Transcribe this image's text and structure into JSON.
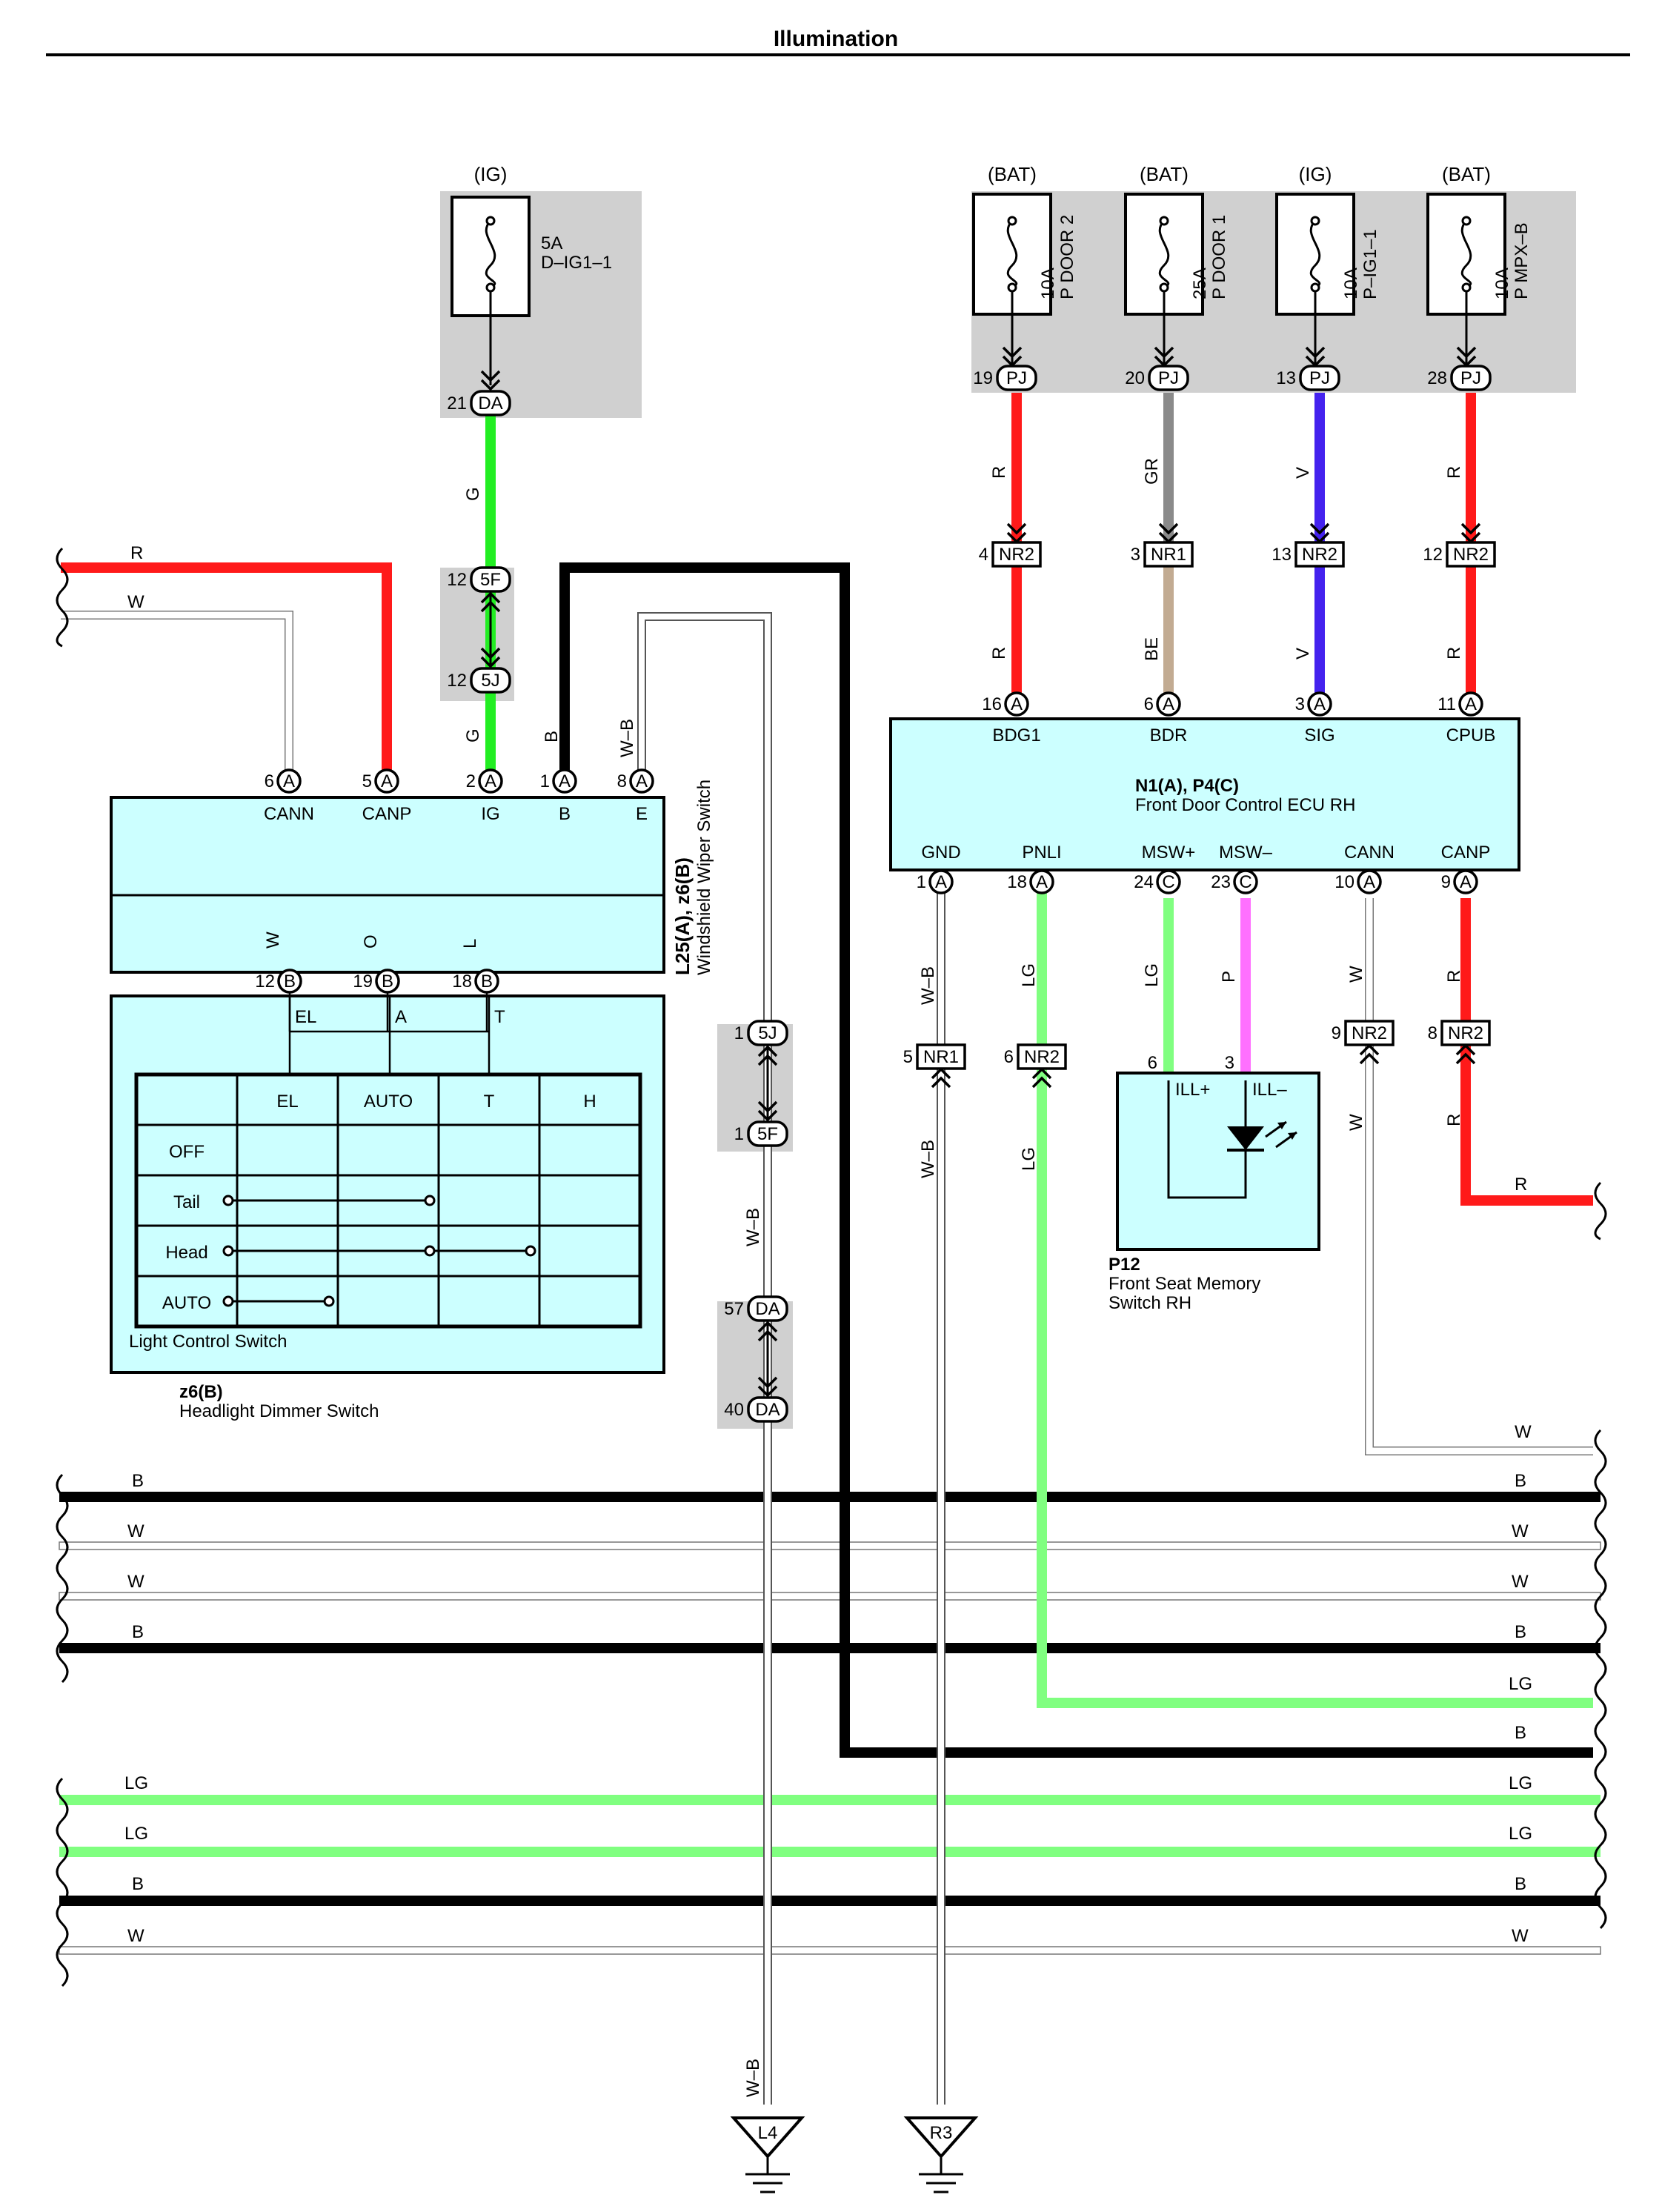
{
  "title": "Illumination",
  "colors": {
    "R": "#ff1a1a",
    "G": "#22ee22",
    "B": "#000000",
    "W": "#ffffff",
    "GR": "#8a8a8a",
    "BE": "#c2ab92",
    "V": "#4422ee",
    "LG": "#80ff80",
    "P": "#ff70ff",
    "O": "#ff8010",
    "L": "#22eeff",
    "WB": "#ffffff",
    "box_fill": "#ccffff",
    "shade": "#d0d0d0"
  },
  "fuses": [
    {
      "source": "(IG)",
      "rating": "5A",
      "name": "D–IG1–1"
    },
    {
      "source": "(BAT)",
      "rating": "10A",
      "name": "P DOOR 2"
    },
    {
      "source": "(BAT)",
      "rating": "25A",
      "name": "P DOOR 1"
    },
    {
      "source": "(IG)",
      "rating": "10A",
      "name": "P–IG1–1"
    },
    {
      "source": "(BAT)",
      "rating": "10A",
      "name": "P MPX–B"
    }
  ],
  "connectors": {
    "da21": {
      "pin": "21",
      "id": "DA"
    },
    "f5": {
      "pin": "12",
      "id": "5F"
    },
    "j5": {
      "pin": "12",
      "id": "5J"
    },
    "pj19": {
      "pin": "19",
      "id": "PJ"
    },
    "pj20": {
      "pin": "20",
      "id": "PJ"
    },
    "pj13": {
      "pin": "13",
      "id": "PJ"
    },
    "pj28": {
      "pin": "28",
      "id": "PJ"
    },
    "nr2_4": {
      "pin": "4",
      "id": "NR2"
    },
    "nr1_3": {
      "pin": "3",
      "id": "NR1"
    },
    "nr2_13": {
      "pin": "13",
      "id": "NR2"
    },
    "nr2_12": {
      "pin": "12",
      "id": "NR2"
    },
    "j5b": {
      "pin": "1",
      "id": "5J"
    },
    "f5b": {
      "pin": "1",
      "id": "5F"
    },
    "da57": {
      "pin": "57",
      "id": "DA"
    },
    "da40": {
      "pin": "40",
      "id": "DA"
    },
    "nr1_5": {
      "pin": "5",
      "id": "NR1"
    },
    "nr2_6": {
      "pin": "6",
      "id": "NR2"
    },
    "nr2_9": {
      "pin": "9",
      "id": "NR2"
    },
    "nr2_8": {
      "pin": "8",
      "id": "NR2"
    }
  },
  "wiper_switch": {
    "code": "L25(A), z6(B)",
    "name": "Windshield Wiper Switch",
    "top_pins": [
      {
        "num": "6",
        "conn": "A",
        "label": "CANN"
      },
      {
        "num": "5",
        "conn": "A",
        "label": "CANP"
      },
      {
        "num": "2",
        "conn": "A",
        "label": "IG"
      },
      {
        "num": "1",
        "conn": "A",
        "label": "B"
      },
      {
        "num": "8",
        "conn": "A",
        "label": "E"
      }
    ],
    "inner_wires": [
      "W",
      "O",
      "L"
    ],
    "bottom_pins": [
      {
        "num": "12",
        "conn": "B"
      },
      {
        "num": "19",
        "conn": "B"
      },
      {
        "num": "18",
        "conn": "B"
      }
    ]
  },
  "dimmer_switch": {
    "code": "z6(B)",
    "name": "Headlight Dimmer Switch",
    "label": "Light Control Switch",
    "terminals": [
      "EL",
      "A",
      "T"
    ],
    "table_columns": [
      "EL",
      "AUTO",
      "T",
      "H"
    ],
    "table_rows": [
      "OFF",
      "Tail",
      "Head",
      "AUTO"
    ]
  },
  "ecu": {
    "code": "N1(A), P4(C)",
    "name": "Front Door Control ECU RH",
    "top_pins": [
      {
        "num": "16",
        "conn": "A",
        "label": "BDG1"
      },
      {
        "num": "6",
        "conn": "A",
        "label": "BDR"
      },
      {
        "num": "3",
        "conn": "A",
        "label": "SIG"
      },
      {
        "num": "11",
        "conn": "A",
        "label": "CPUB"
      }
    ],
    "bottom_pins": [
      {
        "num": "1",
        "conn": "A",
        "label": "GND"
      },
      {
        "num": "18",
        "conn": "A",
        "label": "PNLI"
      },
      {
        "num": "24",
        "conn": "C",
        "label": "MSW+"
      },
      {
        "num": "23",
        "conn": "C",
        "label": "MSW–"
      },
      {
        "num": "10",
        "conn": "A",
        "label": "CANN"
      },
      {
        "num": "9",
        "conn": "A",
        "label": "CANP"
      }
    ]
  },
  "seat_switch": {
    "code": "P12",
    "name_line1": "Front Seat Memory",
    "name_line2": "Switch RH",
    "pins": [
      {
        "num": "6",
        "label": "ILL+"
      },
      {
        "num": "3",
        "label": "ILL–"
      }
    ]
  },
  "wire_labels": {
    "R": "R",
    "W": "W",
    "G": "G",
    "B": "B",
    "WB": "W–B",
    "GR": "GR",
    "V": "V",
    "BE": "BE",
    "LG": "LG",
    "P": "P",
    "O": "O",
    "L": "L"
  },
  "grounds": [
    "L4",
    "R3"
  ]
}
